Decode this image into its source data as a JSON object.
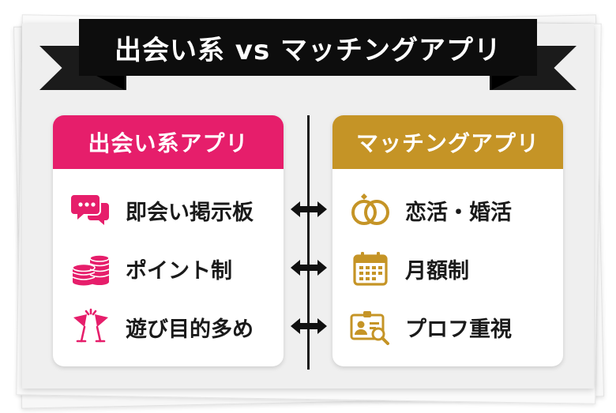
{
  "banner": {
    "title": "出会い系 vs マッチングアプリ"
  },
  "colors": {
    "left_accent": "#e61e6b",
    "right_accent": "#c59426",
    "banner": "#0d0d0d"
  },
  "left": {
    "title": "出会い系アプリ",
    "items": [
      {
        "label": "即会い掲示板",
        "icon": "chat-bubbles-icon"
      },
      {
        "label": "ポイント制",
        "icon": "coin-stack-icon"
      },
      {
        "label": "遊び目的多め",
        "icon": "cocktail-glasses-icon"
      }
    ]
  },
  "right": {
    "title": "マッチングアプリ",
    "items": [
      {
        "label": "恋活・婚活",
        "icon": "rings-icon"
      },
      {
        "label": "月額制",
        "icon": "calendar-icon"
      },
      {
        "label": "プロフ重視",
        "icon": "profile-search-icon"
      }
    ]
  },
  "connectors": {
    "icon": "double-arrow-icon",
    "count": 3
  }
}
